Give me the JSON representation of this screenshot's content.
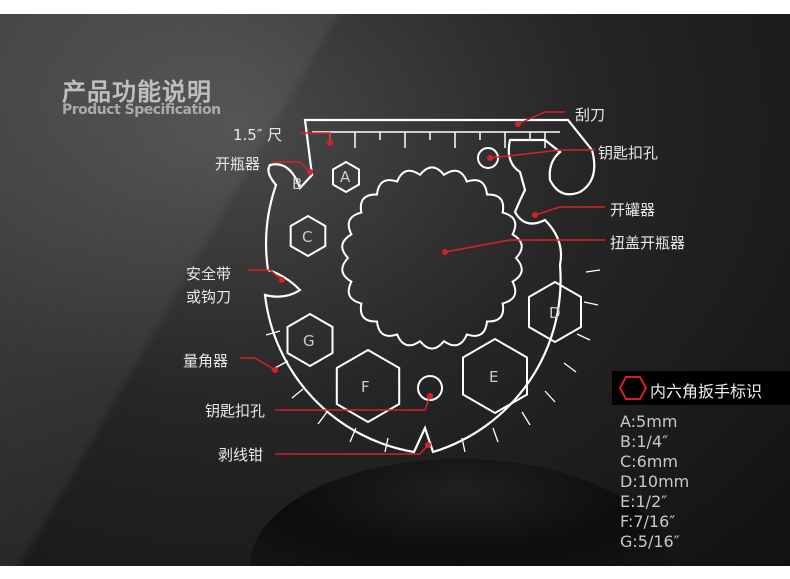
{
  "header": {
    "title_cn": "产品功能说明",
    "title_en": "Product Specification"
  },
  "callouts": {
    "ruler": "1.5″ 尺",
    "bottle_opener": "开瓶器",
    "seatbelt_cutter_1": "安全带",
    "seatbelt_cutter_2": "或钩刀",
    "protractor": "量角器",
    "keyring_hole_bottom": "钥匙扣孔",
    "wire_stripper": "剥线钳",
    "scraper": "刮刀",
    "keyring_hole_top": "钥匙扣孔",
    "can_opener": "开罐器",
    "twist_cap_opener": "扭盖开瓶器"
  },
  "hex_labels": [
    "A",
    "B",
    "C",
    "D",
    "E",
    "F",
    "G"
  ],
  "legend": {
    "title": "内六角扳手标识",
    "items": [
      "A:5mm",
      "B:1/4″",
      "C:6mm",
      "D:10mm",
      "E:1/2″",
      "F:7/16″",
      "G:5/16″"
    ]
  },
  "colors": {
    "accent": "#d8202a",
    "outline": "#ffffff"
  }
}
